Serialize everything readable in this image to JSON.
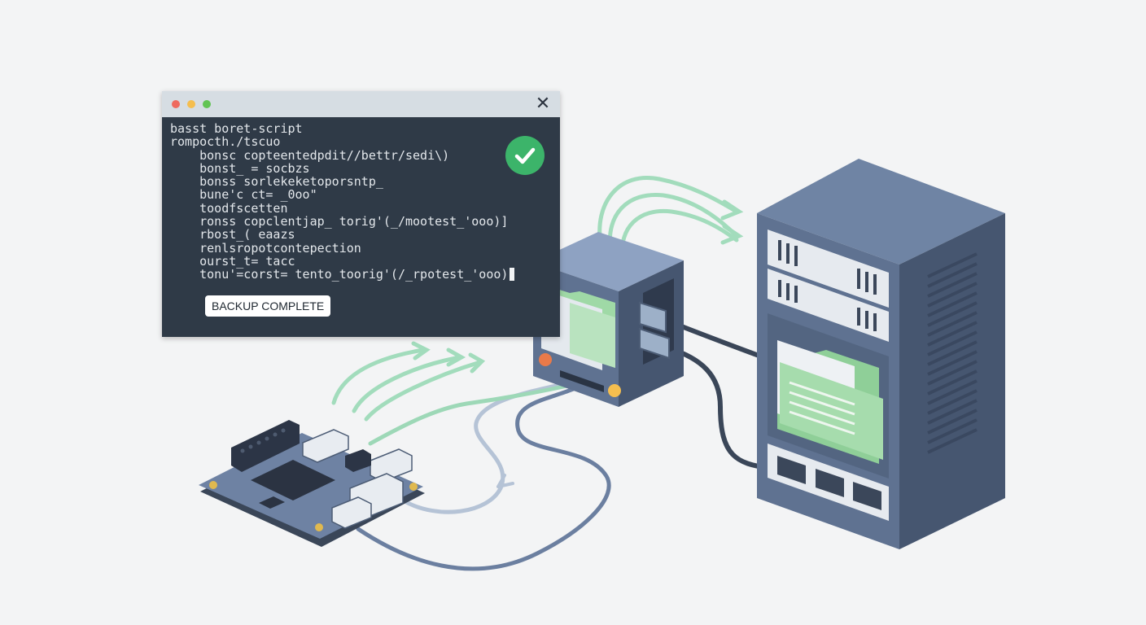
{
  "terminal": {
    "title_controls": [
      "close",
      "minimize",
      "maximize"
    ],
    "lines": [
      "basst boret-script",
      "rompocth./tscuo",
      "    bonsc copteentedpdit//bettr/sedi\\)",
      "    bonst_ = socbzs",
      "    bonss sorlekeketoporsntp_",
      "    bune'c ct= _0oo\"",
      "    toodfscetten",
      "    ronss copclentjap_ torig'(_/mootest_'ooo)]",
      "    rbost_( eaazs",
      "    renlsropotcontepection",
      "    ourst_t= tacc",
      "    tonu'=corst= tento_toorig'(/_rpotest_'ooo)"
    ],
    "status_badge": "BACKUP COMPLETE",
    "success_icon": "checkmark-circle-icon",
    "close_icon": "close-icon"
  },
  "colors": {
    "terminal_bg": "#2f3a47",
    "titlebar": "#d6dde3",
    "success": "#3cb46a",
    "device_body": "#5f7291",
    "device_dark": "#465670",
    "device_light": "#8ea2c2",
    "folder_green": "#9fd9a6",
    "flow_green": "#9dd8b7",
    "cable_blue": "#6b7fa0",
    "cable_light": "#b5c3d6"
  }
}
